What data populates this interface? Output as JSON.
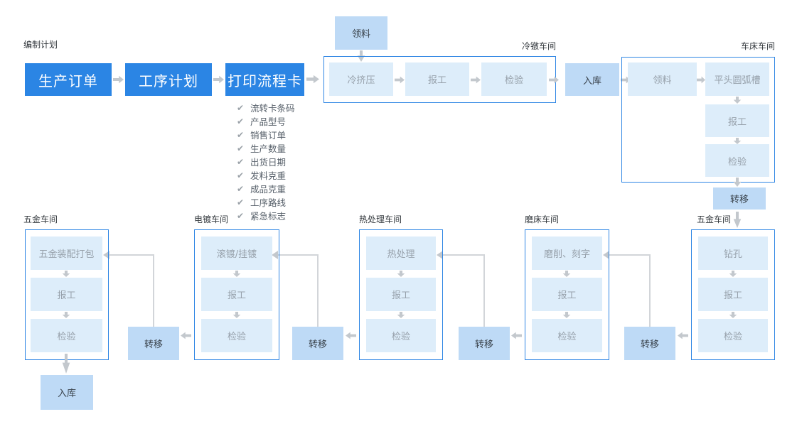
{
  "palette": {
    "primary_blue": "#2b85e4",
    "light_blue_box": "#ddedfa",
    "medium_blue_box": "#bedaf6",
    "group_border_blue": "#2f86e4",
    "arrow_gray": "#c3c8cd",
    "connector_gray": "#d2d5d9",
    "label_dark": "#32373c",
    "light_box_text": "#97a1ab"
  },
  "plan": {
    "label": "编制计划",
    "steps": [
      "生产订单",
      "工序计划",
      "打印流程卡"
    ]
  },
  "checklist": {
    "check": "✔",
    "items": [
      "流转卡条码",
      "产品型号",
      "销售订单",
      "生产数量",
      "出货日期",
      "发料克重",
      "成品克重",
      "工序路线",
      "紧急标志"
    ]
  },
  "pick_material_top": "领料",
  "warehouse_in_top": "入库",
  "transfer": "转移",
  "warehouse_in_final": "入库",
  "workshops": {
    "cold_heading": {
      "label": "冷镦车间",
      "steps": [
        "冷挤压",
        "报工",
        "检验"
      ]
    },
    "lathe": {
      "label": "车床车间",
      "steps": [
        "领料",
        "平头圆弧槽",
        "报工",
        "检验"
      ]
    },
    "hardware_right": {
      "label": "五金车间",
      "steps": [
        "钻孔",
        "报工",
        "检验"
      ]
    },
    "grinding": {
      "label": "磨床车间",
      "steps": [
        "磨削、刻字",
        "报工",
        "检验"
      ]
    },
    "heat_treatment": {
      "label": "热处理车间",
      "steps": [
        "热处理",
        "报工",
        "检验"
      ]
    },
    "electroplating": {
      "label": "电镀车间",
      "steps": [
        "滚镀/挂镀",
        "报工",
        "检验"
      ]
    },
    "hardware_left": {
      "label": "五金车间",
      "steps": [
        "五金装配打包",
        "报工",
        "检验"
      ]
    }
  }
}
